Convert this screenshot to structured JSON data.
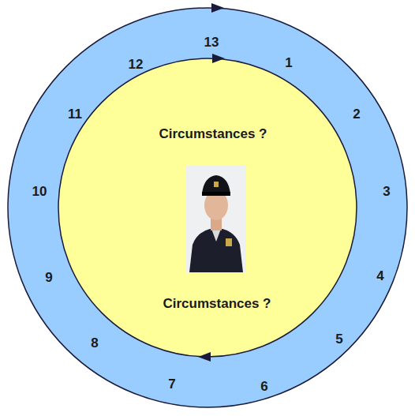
{
  "diagram": {
    "nodes": [
      {
        "text": [
          "Circumstances ?",
          "Circumstances ?"
        ]
      }
    ],
    "labels": [
      "13",
      "1",
      "2",
      "3",
      "4",
      "5",
      "6",
      "7",
      "8",
      "9",
      "10",
      "11",
      "12"
    ]
  }
}
